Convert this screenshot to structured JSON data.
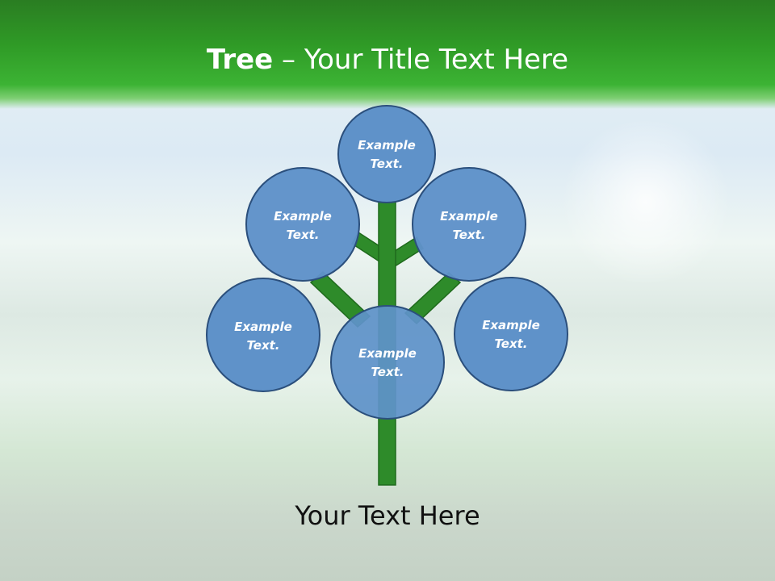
{
  "slide": {
    "title_bold": "Tree",
    "title_rest": " – Your Title Text Here",
    "caption": "Your Text Here"
  },
  "nodes": [
    {
      "id": "top",
      "line1": "Example",
      "line2": "Text."
    },
    {
      "id": "upper-left",
      "line1": "Example",
      "line2": "Text."
    },
    {
      "id": "upper-right",
      "line1": "Example",
      "line2": "Text."
    },
    {
      "id": "lower-left",
      "line1": "Example",
      "line2": "Text."
    },
    {
      "id": "center",
      "line1": "Example",
      "line2": "Text."
    },
    {
      "id": "lower-right",
      "line1": "Example",
      "line2": "Text."
    }
  ],
  "colors": {
    "header": "#2f9a26",
    "trunk": "#2e8b2a",
    "trunk_outline": "#1f6a1c",
    "circle_fill": "#5f92c9",
    "circle_stroke": "#2b4f7c"
  }
}
